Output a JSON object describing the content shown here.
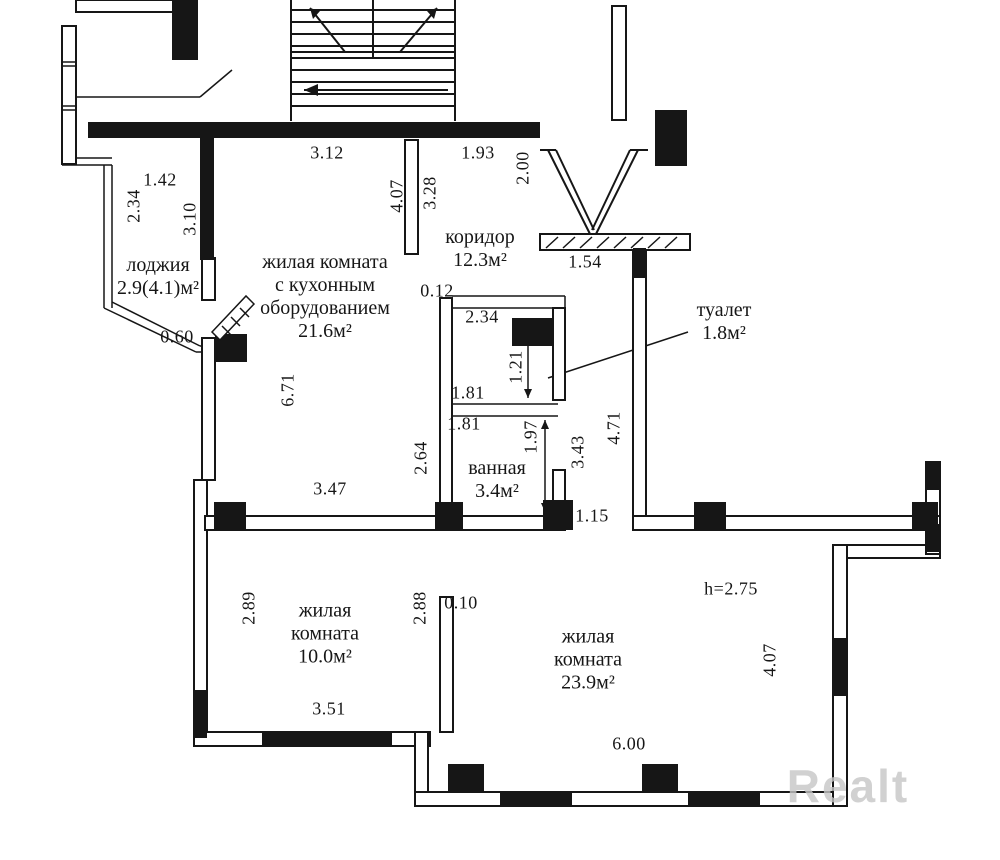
{
  "rooms": {
    "loggia": {
      "lines": [
        "лоджия",
        "2.9(4.1)м²"
      ]
    },
    "kitchen": {
      "lines": [
        "жилая комната",
        "с кухонным",
        "оборудованием",
        "21.6м²"
      ]
    },
    "corridor": {
      "lines": [
        "коридор",
        "12.3м²"
      ]
    },
    "toilet": {
      "lines": [
        "туалет",
        "1.8м²"
      ]
    },
    "bathroom": {
      "lines": [
        "ванная",
        "3.4м²"
      ]
    },
    "room_10": {
      "lines": [
        "жилая",
        "комната",
        "10.0м²"
      ]
    },
    "room_239": {
      "lines": [
        "жилая",
        "комната",
        "23.9м²"
      ]
    }
  },
  "dims": {
    "d312": "3.12",
    "d193": "1.93",
    "d200": "2.00",
    "d142": "1.42",
    "d234a": "2.34",
    "d310": "3.10",
    "d407a": "4.07",
    "d328": "3.28",
    "d154": "1.54",
    "d012": "0.12",
    "d234b": "2.34",
    "d060": "0.60",
    "d671": "6.71",
    "d121": "1.21",
    "d181a": "1.81",
    "d181b": "1.81",
    "d197": "1.97",
    "d343": "3.43",
    "d471": "4.71",
    "d264": "2.64",
    "d347": "3.47",
    "d115": "1.15",
    "d289": "2.89",
    "d288": "2.88",
    "d010": "0.10",
    "d351": "3.51",
    "d600": "6.00",
    "d407b": "4.07",
    "height": "h=2.75"
  },
  "watermark": {
    "text": "Realt"
  },
  "colors": {
    "ink": "#161616",
    "paper": "#ffffff",
    "watermark": "#c6c6c6"
  }
}
